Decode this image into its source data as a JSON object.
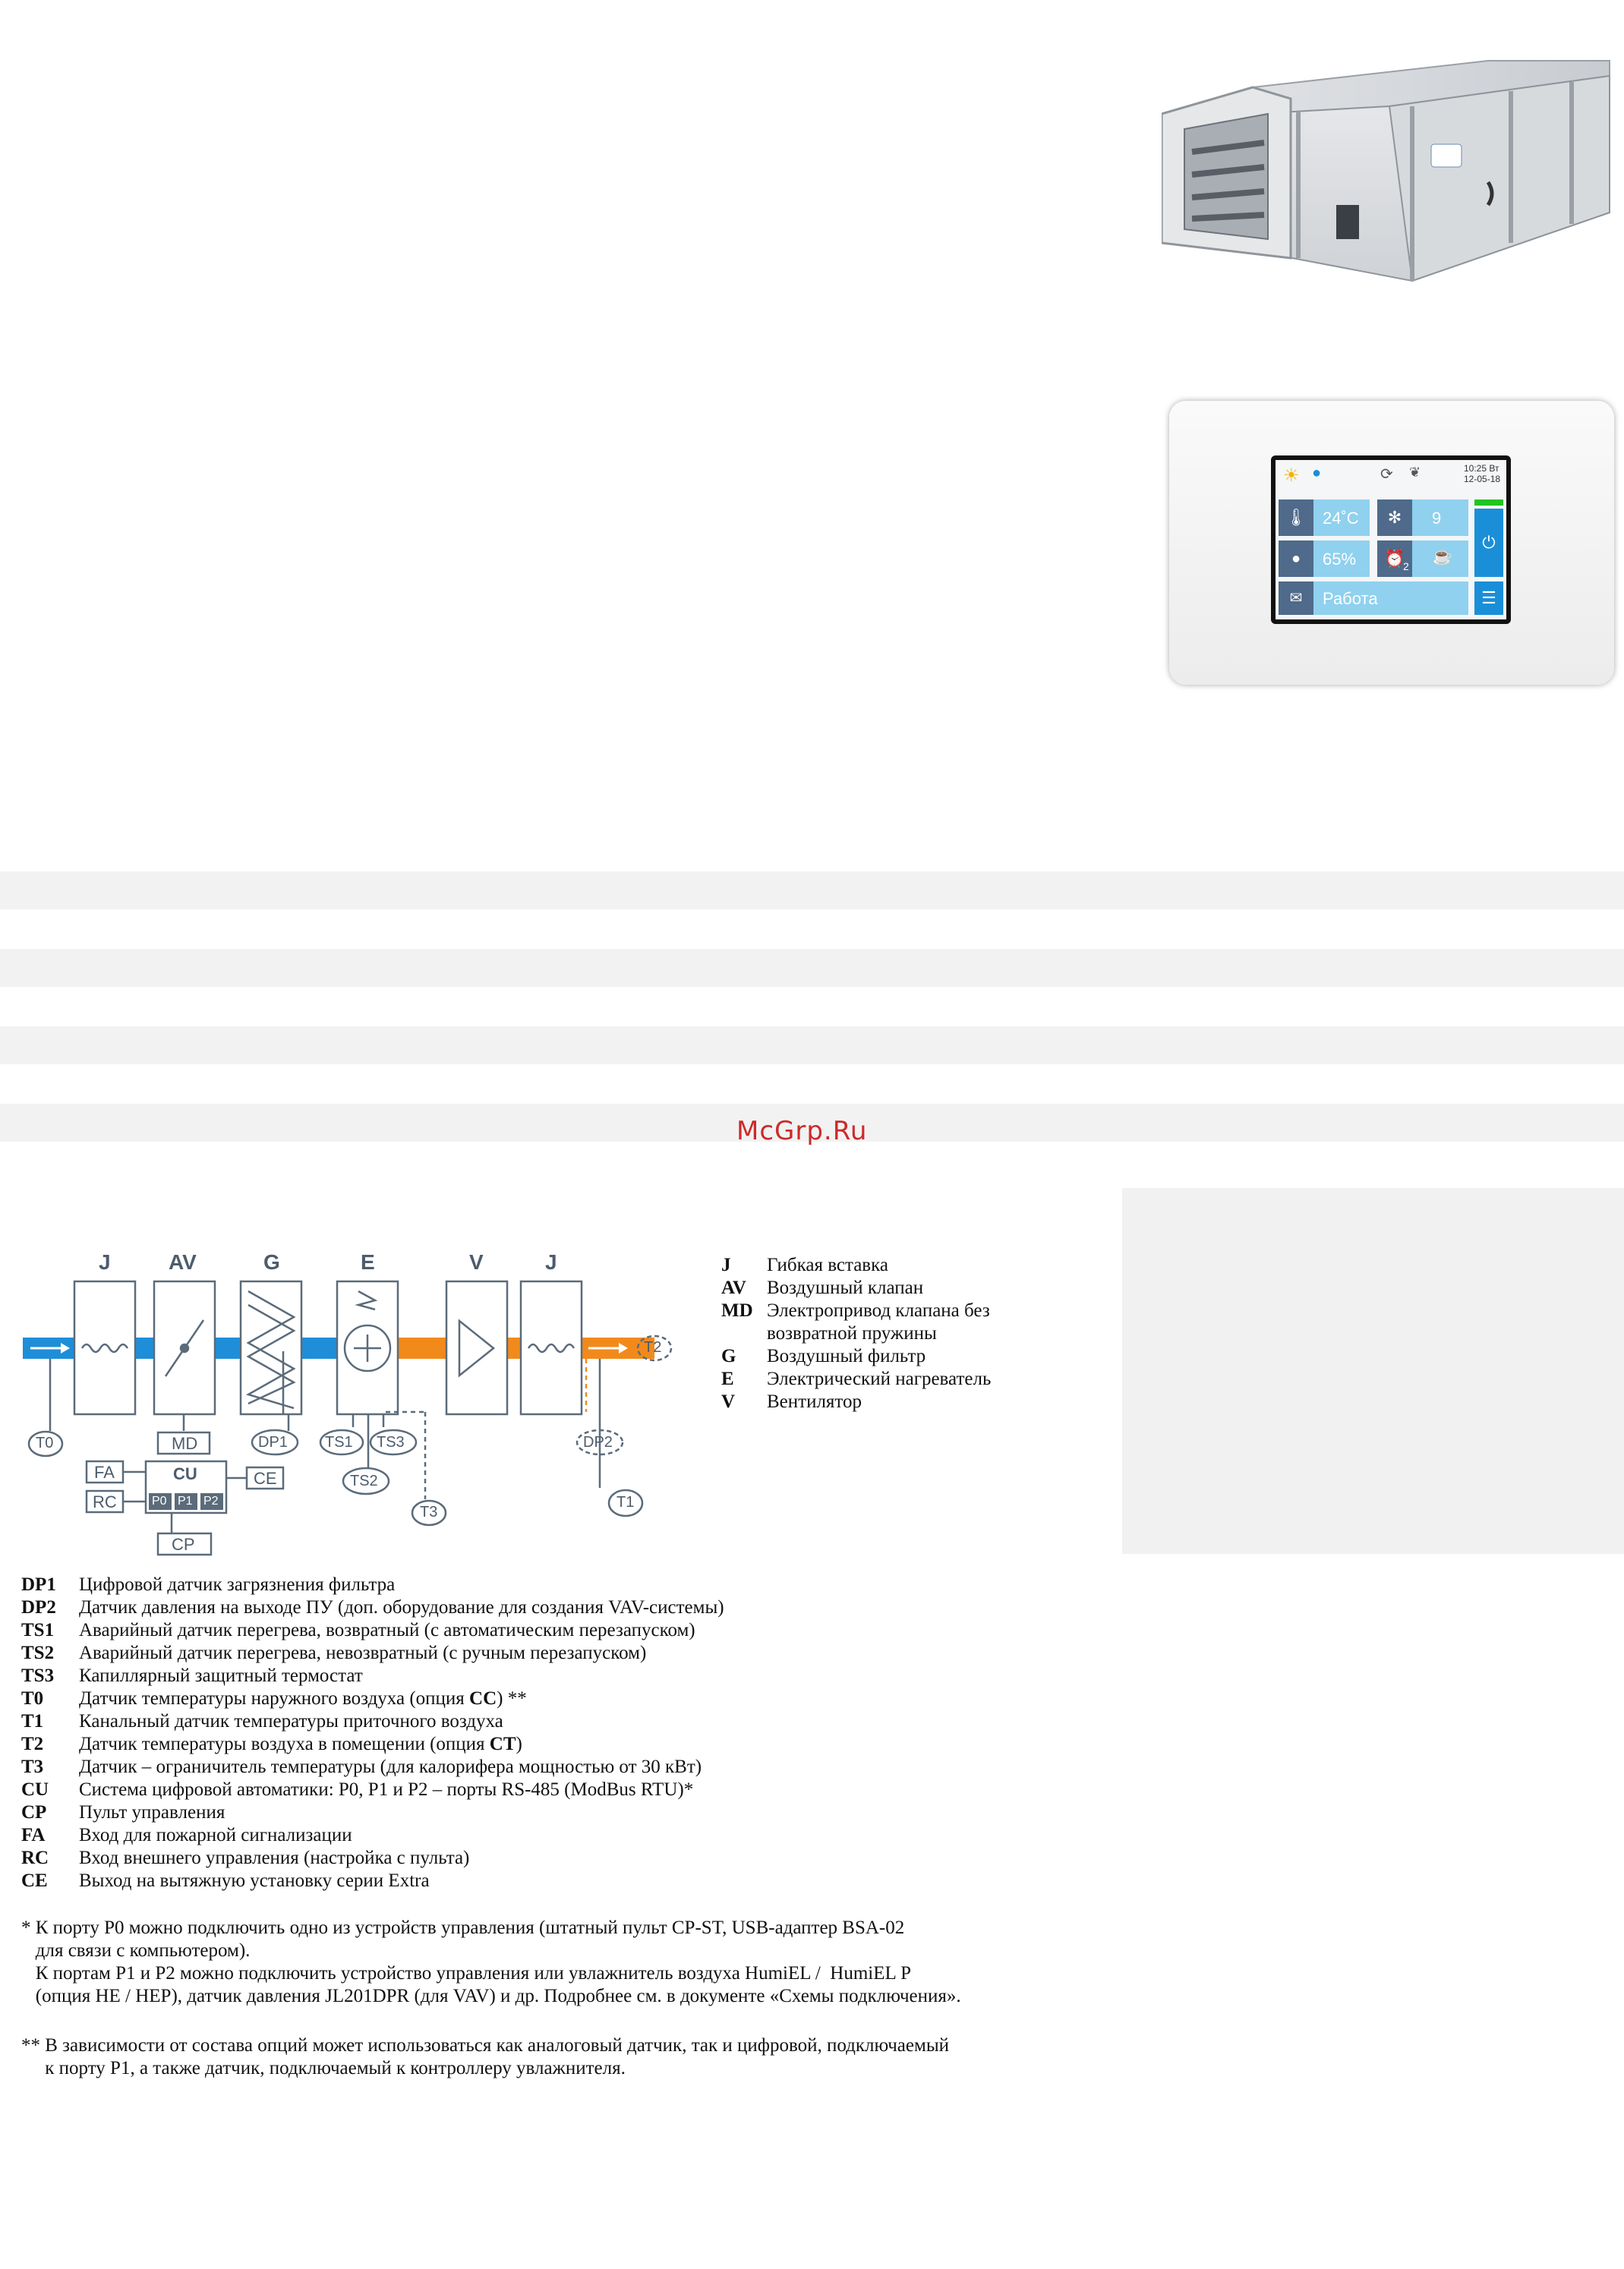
{
  "watermark": "McGrp.Ru",
  "controller_screen": {
    "time": "10:25 Вт",
    "date": "12-05-18",
    "temperature": "24˚C",
    "fan_speed": "9",
    "humidity": "65%",
    "timer_index": "2",
    "status": "Работа"
  },
  "diagram": {
    "blocks": [
      "J",
      "AV",
      "G",
      "E",
      "V",
      "J"
    ],
    "labels": {
      "md": "MD",
      "dp1": "DP1",
      "ts1": "TS1",
      "ts2": "TS2",
      "ts3": "TS3",
      "t0": "T0",
      "t1": "T1",
      "t2": "T2",
      "t3": "T3",
      "dp2": "DP2",
      "cu": "CU",
      "fa": "FA",
      "rc": "RC",
      "ce": "CE",
      "cp": "CP",
      "p0": "P0",
      "p1": "P1",
      "p2": "P2"
    }
  },
  "right_legend": [
    {
      "code": "J",
      "text": "Гибкая вставка"
    },
    {
      "code": "AV",
      "text": "Воздушный клапан"
    },
    {
      "code": "MD",
      "text": "Электропривод клапана без"
    },
    {
      "code": "",
      "text": "возвратной пружины"
    },
    {
      "code": "G",
      "text": "Воздушный фильтр"
    },
    {
      "code": "E",
      "text": "Электрический нагреватель"
    },
    {
      "code": "V",
      "text": "Вентилятор"
    }
  ],
  "bottom_legend": [
    {
      "code": "DP1",
      "text": "Цифровой датчик загрязнения фильтра"
    },
    {
      "code": "DP2",
      "text": "Датчик давления на выходе ПУ (доп. оборудование для создания VAV-системы)"
    },
    {
      "code": "TS1",
      "text": "Аварийный датчик перегрева, возвратный (с автоматическим перезапуском)"
    },
    {
      "code": "TS2",
      "text": "Аварийный датчик перегрева, невозвратный (с ручным перезапуском)"
    },
    {
      "code": "TS3",
      "text": "Капиллярный защитный термостат"
    },
    {
      "code": "T0",
      "text": "Датчик температуры наружного воздуха (опция ",
      "bold": "CC",
      "after": ") **"
    },
    {
      "code": "T1",
      "text": "Канальный датчик температуры приточного воздуха"
    },
    {
      "code": "T2",
      "text": "Датчик температуры воздуха в помещении (опция ",
      "bold": "CT",
      "after": ")"
    },
    {
      "code": "T3",
      "text": "Датчик – ограничитель температуры (для калорифера мощностью от 30 кВт)"
    },
    {
      "code": "CU",
      "text": "Система цифровой автоматики: P0, P1 и P2 – порты RS-485 (ModBus RTU)*"
    },
    {
      "code": "CP",
      "text": "Пульт управления"
    },
    {
      "code": "FA",
      "text": "Вход для пожарной сигнализации"
    },
    {
      "code": "RC",
      "text": "Вход внешнего управления (настройка с пульта)"
    },
    {
      "code": "CE",
      "text": "Выход на вытяжную установку серии Extra"
    }
  ],
  "footnotes": [
    "* К порту P0 можно подключить одно из устройств управления (штатный пульт CP-ST, USB-адаптер BSA-02",
    "   для связи с компьютером).",
    "   К портам P1 и P2 можно подключить устройство управления или увлажнитель воздуха HumiEL /  HumiEL P",
    "   (опция HE / HEP), датчик давления JL201DPR (для VAV) и др. Подробнее см. в документе «Схемы подключения».",
    "** В зависимости от состава опций может использоваться как аналоговый датчик, так и цифровой, подключаемый",
    "     к порту P1, а также датчик, подключаемый к контроллеру увлажнителя."
  ]
}
